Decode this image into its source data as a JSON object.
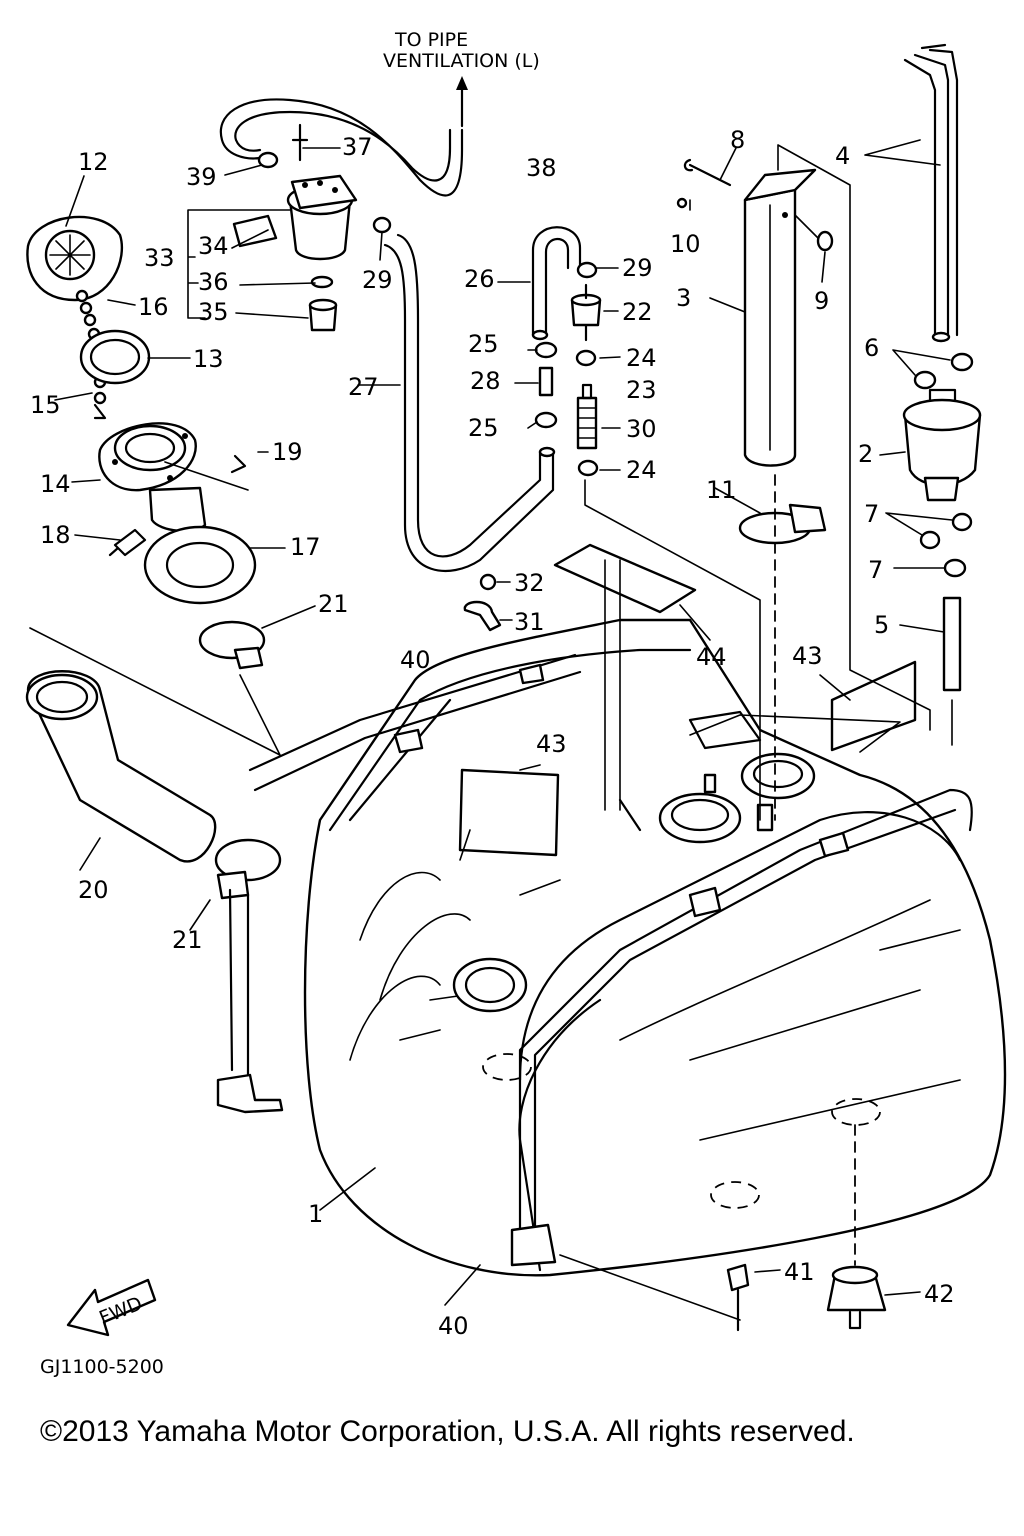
{
  "header": {
    "ventilation_line1": "TO PIPE",
    "ventilation_line2": "VENTILATION (L)"
  },
  "callouts": [
    {
      "id": "c1",
      "text": "1"
    },
    {
      "id": "c2",
      "text": "2"
    },
    {
      "id": "c3",
      "text": "3"
    },
    {
      "id": "c4",
      "text": "4"
    },
    {
      "id": "c5",
      "text": "5"
    },
    {
      "id": "c6",
      "text": "6"
    },
    {
      "id": "c7a",
      "text": "7"
    },
    {
      "id": "c7b",
      "text": "7"
    },
    {
      "id": "c8",
      "text": "8"
    },
    {
      "id": "c9",
      "text": "9"
    },
    {
      "id": "c10",
      "text": "10"
    },
    {
      "id": "c11",
      "text": "11"
    },
    {
      "id": "c12",
      "text": "12"
    },
    {
      "id": "c13",
      "text": "13"
    },
    {
      "id": "c14",
      "text": "14"
    },
    {
      "id": "c15",
      "text": "15"
    },
    {
      "id": "c16",
      "text": "16"
    },
    {
      "id": "c17",
      "text": "17"
    },
    {
      "id": "c18",
      "text": "18"
    },
    {
      "id": "c19",
      "text": "19"
    },
    {
      "id": "c20",
      "text": "20"
    },
    {
      "id": "c21a",
      "text": "21"
    },
    {
      "id": "c21b",
      "text": "21"
    },
    {
      "id": "c22",
      "text": "22"
    },
    {
      "id": "c23",
      "text": "23"
    },
    {
      "id": "c24a",
      "text": "24"
    },
    {
      "id": "c24b",
      "text": "24"
    },
    {
      "id": "c25a",
      "text": "25"
    },
    {
      "id": "c25b",
      "text": "25"
    },
    {
      "id": "c26",
      "text": "26"
    },
    {
      "id": "c27",
      "text": "27"
    },
    {
      "id": "c28",
      "text": "28"
    },
    {
      "id": "c29a",
      "text": "29"
    },
    {
      "id": "c29b",
      "text": "29"
    },
    {
      "id": "c30",
      "text": "30"
    },
    {
      "id": "c31",
      "text": "31"
    },
    {
      "id": "c32",
      "text": "32"
    },
    {
      "id": "c33",
      "text": "33"
    },
    {
      "id": "c34",
      "text": "34"
    },
    {
      "id": "c35",
      "text": "35"
    },
    {
      "id": "c36",
      "text": "36"
    },
    {
      "id": "c37",
      "text": "37"
    },
    {
      "id": "c38",
      "text": "38"
    },
    {
      "id": "c39",
      "text": "39"
    },
    {
      "id": "c40a",
      "text": "40"
    },
    {
      "id": "c40b",
      "text": "40"
    },
    {
      "id": "c41",
      "text": "41"
    },
    {
      "id": "c42",
      "text": "42"
    },
    {
      "id": "c43a",
      "text": "43"
    },
    {
      "id": "c43b",
      "text": "43"
    },
    {
      "id": "c44",
      "text": "44"
    }
  ],
  "fwd_badge": "FWD",
  "diagram_code": "GJ1100-5200",
  "copyright": "©2013 Yamaha Motor Corporation, U.S.A. All rights reserved."
}
